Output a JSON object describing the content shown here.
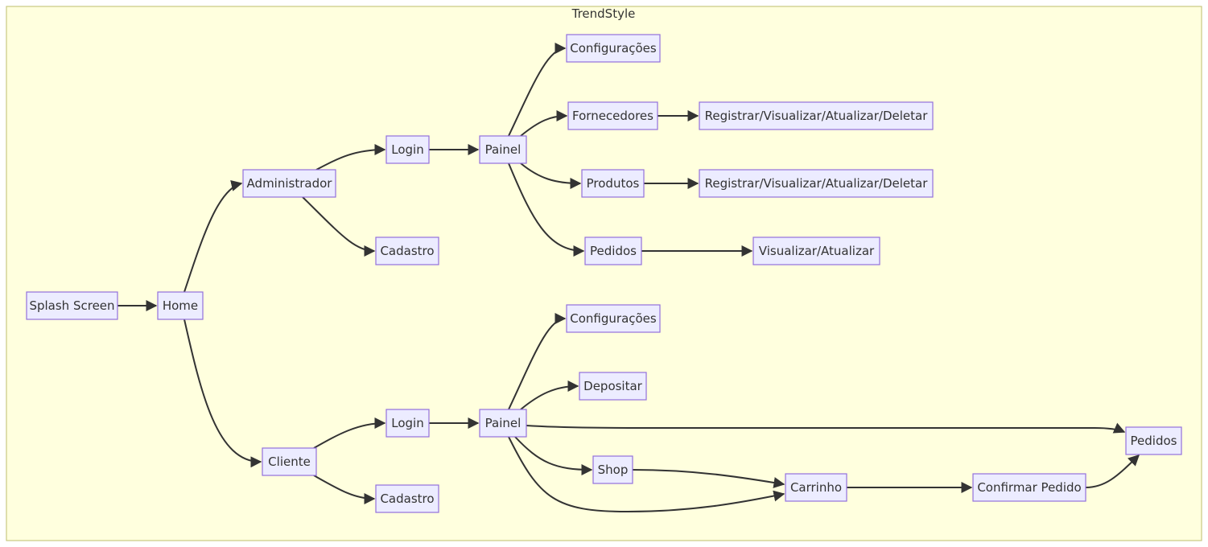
{
  "subgraph": {
    "title": "TrendStyle"
  },
  "nodes": {
    "splash": "Splash Screen",
    "home": "Home",
    "admin": "Administrador",
    "cliente": "Cliente",
    "admin_login": "Login",
    "admin_cadastro": "Cadastro",
    "admin_painel": "Painel",
    "admin_config": "Configurações",
    "admin_fornecedores": "Fornecedores",
    "admin_produtos": "Produtos",
    "admin_pedidos": "Pedidos",
    "fornecedores_crud": "Registrar/Visualizar/Atualizar/Deletar",
    "produtos_crud": "Registrar/Visualizar/Atualizar/Deletar",
    "pedidos_va": "Visualizar/Atualizar",
    "cliente_login": "Login",
    "cliente_cadastro": "Cadastro",
    "cliente_painel": "Painel",
    "cliente_config": "Configurações",
    "cliente_depositar": "Depositar",
    "cliente_shop": "Shop",
    "cliente_carrinho": "Carrinho",
    "cliente_confirmar": "Confirmar Pedido",
    "cliente_pedidos": "Pedidos"
  },
  "edges": [
    [
      "splash",
      "home"
    ],
    [
      "home",
      "admin"
    ],
    [
      "home",
      "cliente"
    ],
    [
      "admin",
      "admin_login"
    ],
    [
      "admin",
      "admin_cadastro"
    ],
    [
      "admin_login",
      "admin_painel"
    ],
    [
      "admin_painel",
      "admin_config"
    ],
    [
      "admin_painel",
      "admin_fornecedores"
    ],
    [
      "admin_painel",
      "admin_produtos"
    ],
    [
      "admin_painel",
      "admin_pedidos"
    ],
    [
      "admin_fornecedores",
      "fornecedores_crud"
    ],
    [
      "admin_produtos",
      "produtos_crud"
    ],
    [
      "admin_pedidos",
      "pedidos_va"
    ],
    [
      "cliente",
      "cliente_login"
    ],
    [
      "cliente",
      "cliente_cadastro"
    ],
    [
      "cliente_login",
      "cliente_painel"
    ],
    [
      "cliente_painel",
      "cliente_config"
    ],
    [
      "cliente_painel",
      "cliente_depositar"
    ],
    [
      "cliente_painel",
      "cliente_pedidos"
    ],
    [
      "cliente_painel",
      "cliente_shop"
    ],
    [
      "cliente_painel",
      "cliente_carrinho"
    ],
    [
      "cliente_shop",
      "cliente_carrinho"
    ],
    [
      "cliente_carrinho",
      "cliente_confirmar"
    ],
    [
      "cliente_confirmar",
      "cliente_pedidos"
    ]
  ]
}
